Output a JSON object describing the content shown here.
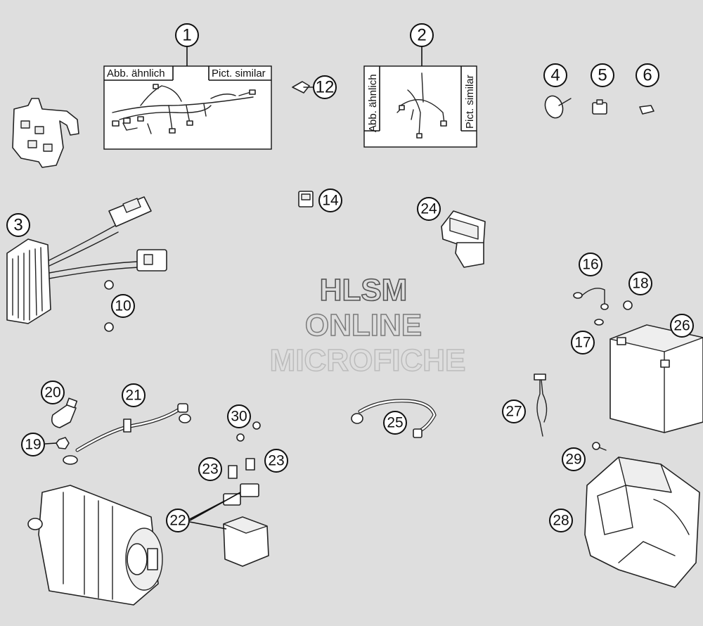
{
  "callouts": [
    {
      "id": "c1",
      "text": "1"
    },
    {
      "id": "c2",
      "text": "2"
    },
    {
      "id": "c3",
      "text": "3"
    },
    {
      "id": "c4",
      "text": "4"
    },
    {
      "id": "c5",
      "text": "5"
    },
    {
      "id": "c6",
      "text": "6"
    },
    {
      "id": "c10",
      "text": "10"
    },
    {
      "id": "c12",
      "text": "12"
    },
    {
      "id": "c14",
      "text": "14"
    },
    {
      "id": "c16",
      "text": "16"
    },
    {
      "id": "c17",
      "text": "17"
    },
    {
      "id": "c18",
      "text": "18"
    },
    {
      "id": "c19",
      "text": "19"
    },
    {
      "id": "c20",
      "text": "20"
    },
    {
      "id": "c21",
      "text": "21"
    },
    {
      "id": "c22",
      "text": "22"
    },
    {
      "id": "c23a",
      "text": "23"
    },
    {
      "id": "c23b",
      "text": "23"
    },
    {
      "id": "c24",
      "text": "24"
    },
    {
      "id": "c25",
      "text": "25"
    },
    {
      "id": "c26",
      "text": "26"
    },
    {
      "id": "c27",
      "text": "27"
    },
    {
      "id": "c28",
      "text": "28"
    },
    {
      "id": "c29",
      "text": "29"
    },
    {
      "id": "c30",
      "text": "30"
    }
  ],
  "boxes": {
    "box1": {
      "label_de": "Abb. ähnlich",
      "label_en": "Pict. similar"
    },
    "box2": {
      "label_de": "Abb. ähnlich",
      "label_en": "Pict. similar"
    }
  },
  "watermark": {
    "line1": "HLSM",
    "line2": "ONLINE",
    "line3": "MICROFICHE"
  },
  "colors": {
    "background": "#dedede",
    "line": "#222222",
    "watermark_dark": "#555555",
    "watermark_light": "#bbbbbb"
  }
}
